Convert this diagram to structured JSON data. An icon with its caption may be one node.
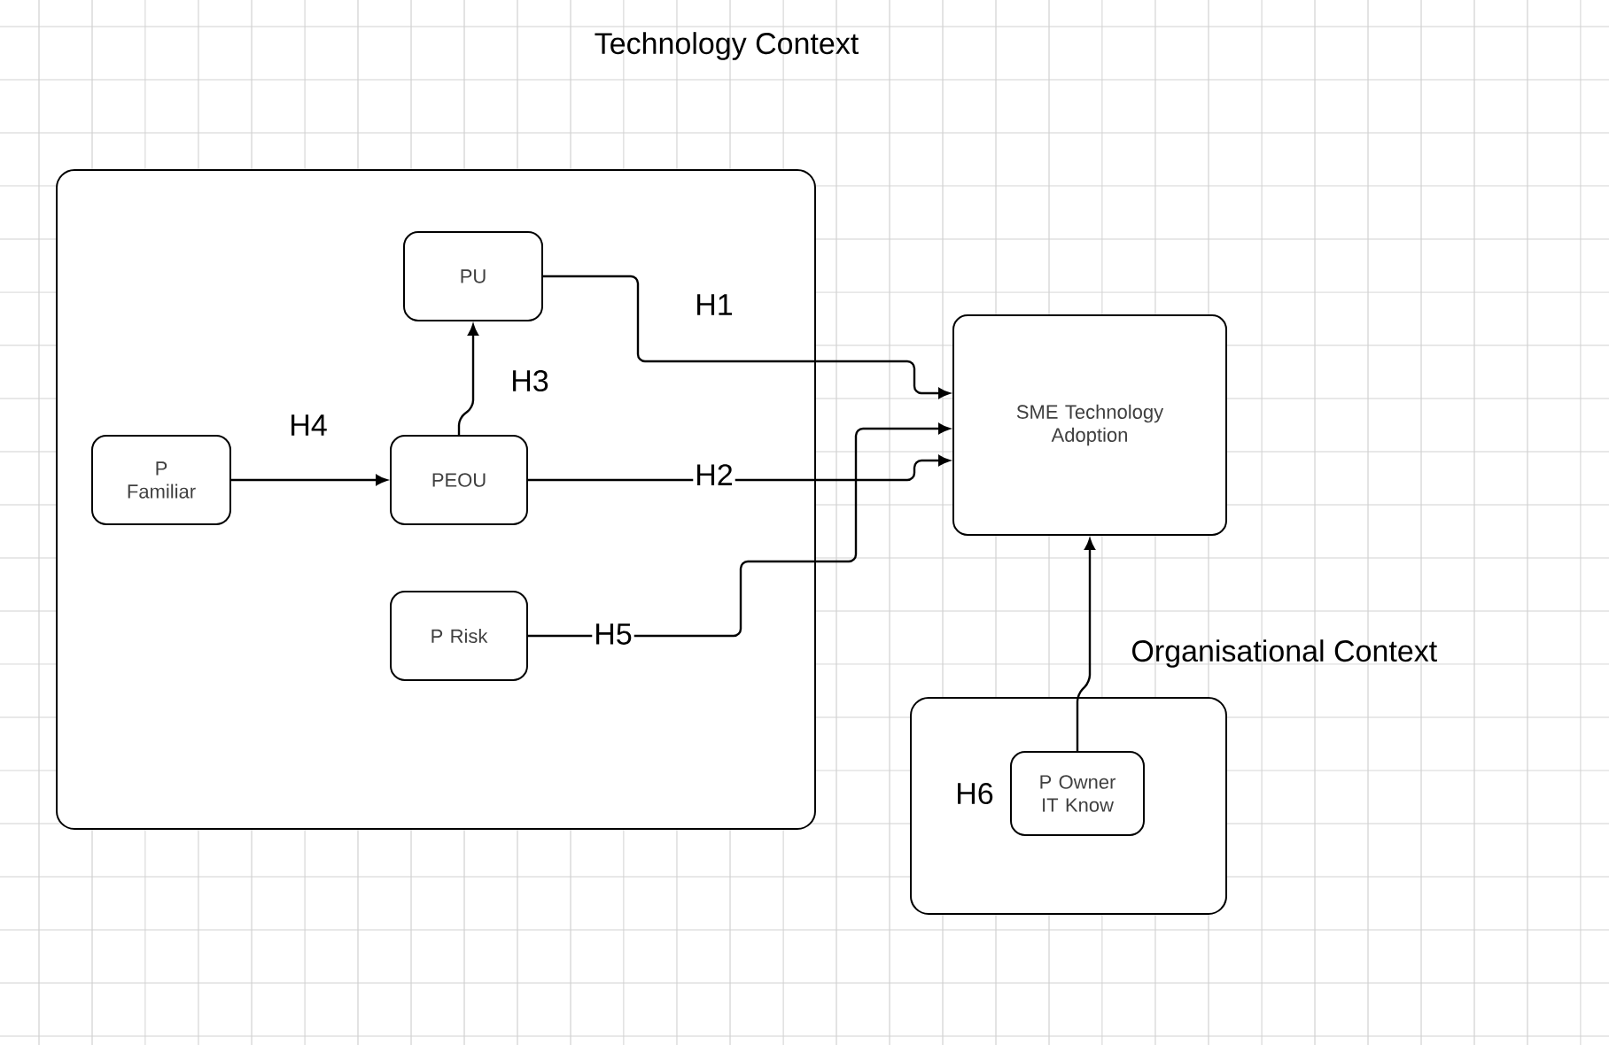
{
  "diagram": {
    "nodes": [
      {
        "text": [
          "Technology Context"
        ]
      },
      {
        "text": [
          "PU"
        ],
        "in": 0
      },
      {
        "text": [
          "P Familiar"
        ],
        "in": 0
      },
      {
        "text": [
          "PEOU"
        ],
        "in": 0
      },
      {
        "text": [
          "P Risk"
        ],
        "in": 0
      },
      {
        "text": [
          "SME Technology Adoption"
        ]
      },
      {
        "text": [
          "Organisational Context"
        ]
      },
      {
        "text": [
          "P Owner IT Know"
        ],
        "in": 6,
        "beside": [
          "H6"
        ]
      }
    ],
    "edges": [
      {
        "from": 1,
        "to": 5,
        "label": "H1",
        "arrow": "to"
      },
      {
        "from": 3,
        "to": 5,
        "label": "H2",
        "arrow": "to"
      },
      {
        "from": 3,
        "to": 1,
        "label": "H3",
        "arrow": "to"
      },
      {
        "from": 2,
        "to": 3,
        "label": "H4",
        "arrow": "to"
      },
      {
        "from": 4,
        "to": 5,
        "label": "H5",
        "arrow": "to"
      },
      {
        "from": 7,
        "to": 5,
        "arrow": "to"
      }
    ]
  }
}
